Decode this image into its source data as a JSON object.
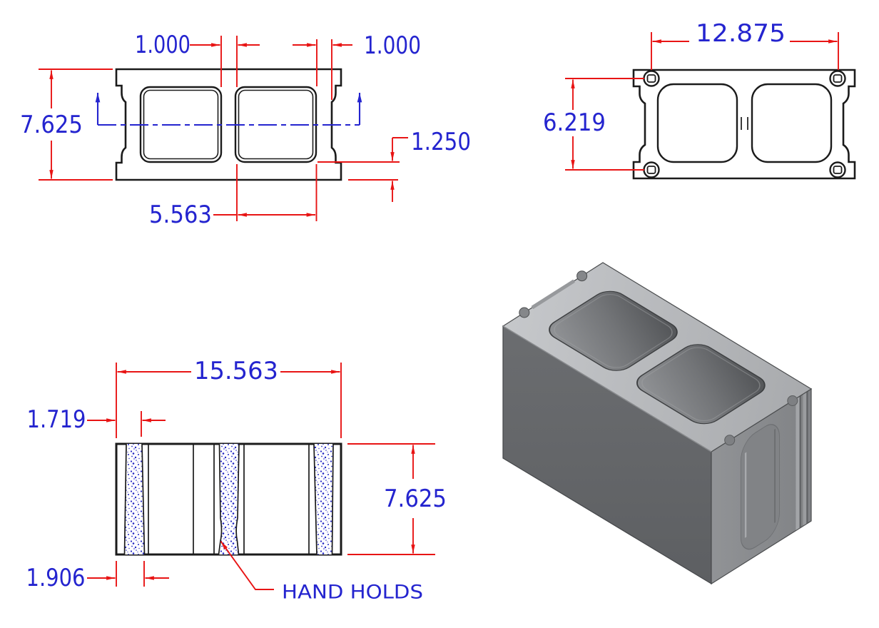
{
  "plan": {
    "dim_web_left": "1.000",
    "dim_end_right": "1.000",
    "dim_depth": "7.625",
    "dim_core": "5.563",
    "dim_shell": "1.250"
  },
  "bottom": {
    "dim_hole_spacing": "12.875",
    "dim_hole_offset": "6.219"
  },
  "side": {
    "dim_length": "15.563",
    "dim_inset_top": "1.719",
    "dim_depth": "7.625",
    "dim_inset_bottom": "1.906",
    "callout": "HAND  HOLDS"
  },
  "colors": {
    "dimension_line": "#e81414",
    "dimension_text": "#2424cf",
    "centerline": "#2424cf",
    "stipple_dots": "#2328c4",
    "outline": "#1b1b1b",
    "block_top_face": "#bcbec1",
    "block_front_face": "#67696c",
    "block_end_face": "#8b8d90"
  }
}
